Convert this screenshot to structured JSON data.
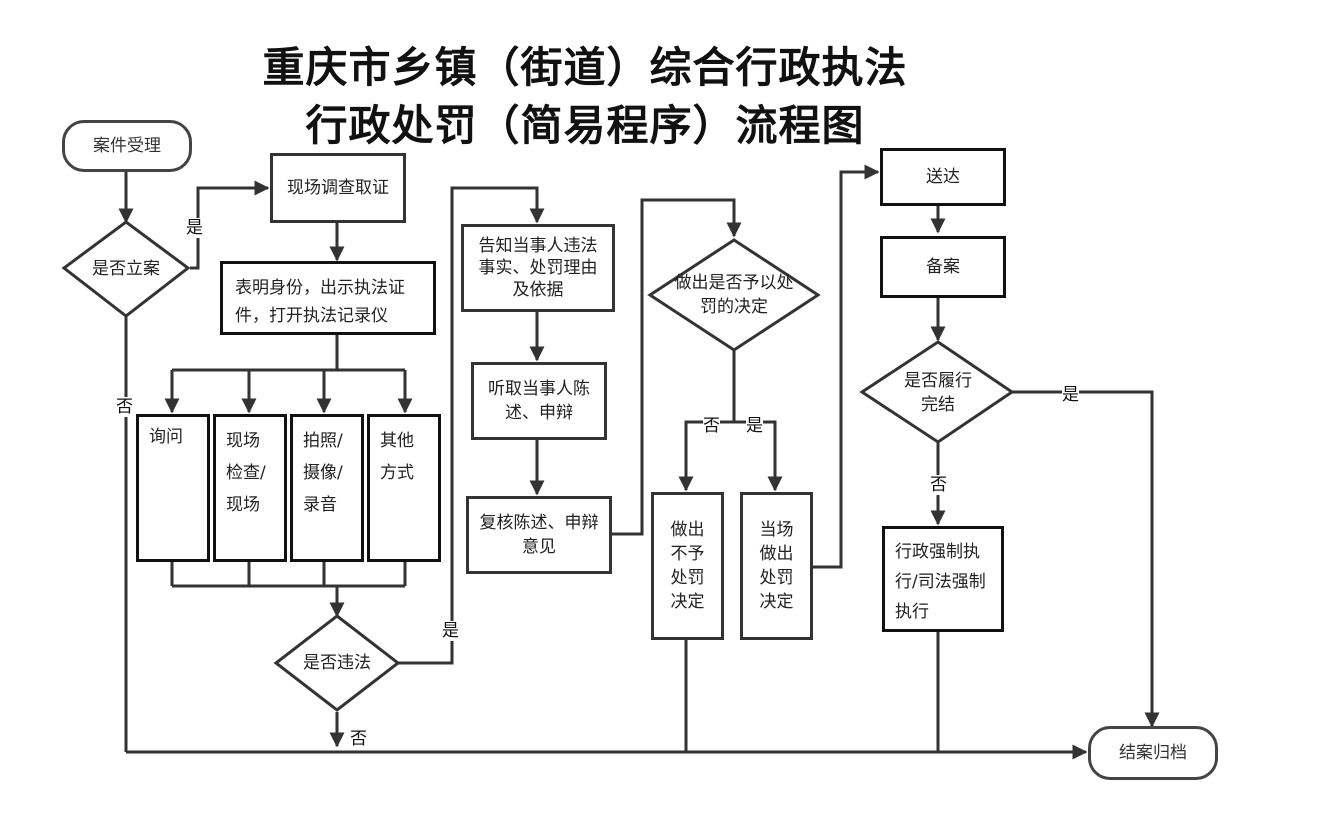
{
  "title": {
    "line1": "重庆市乡镇（街道）综合行政执法",
    "line2": "行政处罚（简易程序）流程图"
  },
  "nodes": {
    "case_accept": "案件受理",
    "file_case": "是否立案",
    "on_site_investigation": "现场调查取证",
    "show_identity": "表明身份，出示执法证件，打开执法记录仪",
    "inquiry": "询问",
    "site_inspection": "现场检查/现场",
    "photo_video": "拍照/摄像/录音",
    "other_means": "其他方式",
    "violation": "是否违法",
    "notify_party": "告知当事人违法事实、处罚理由及依据",
    "hear_statement": "听取当事人陈述、申辩",
    "review_statement": "复核陈述、申辩意见",
    "penalty_decision": "做出是否予以处罚的决定",
    "no_penalty": "做出不予处罚决定",
    "on_site_penalty": "当场做出处罚决定",
    "deliver": "送达",
    "record": "备案",
    "fulfilled": "是否履行完结",
    "enforcement": "行政强制执行/司法强制执行",
    "close_case": "结案归档"
  },
  "edge_labels": {
    "file_case_yes": "是",
    "file_case_no": "否",
    "violation_yes": "是",
    "violation_no": "否",
    "decision_no": "否",
    "decision_yes": "是",
    "fulfilled_yes": "是",
    "fulfilled_no": "否"
  }
}
